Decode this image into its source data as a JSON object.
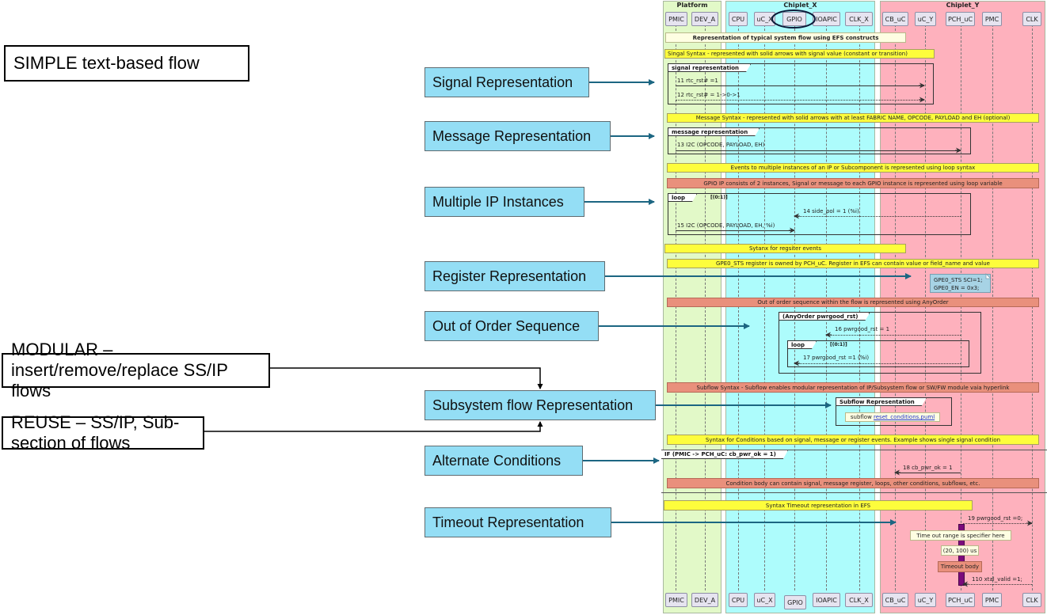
{
  "callouts": {
    "simple": "SIMPLE text-based flow",
    "modular": "MODULAR – insert/remove/replace SS/IP flows",
    "reuse": "REUSE – SS/IP, Sub-section of flows"
  },
  "categories": [
    "Signal Representation",
    "Message Representation",
    "Multiple IP Instances",
    "Register Representation",
    "Out of Order Sequence",
    "Subsystem flow Representation",
    "Alternate Conditions",
    "Timeout  Representation"
  ],
  "lanes": {
    "platform": {
      "title": "Platform",
      "color": "#e2f9c8"
    },
    "chiplet_x": {
      "title": "Chiplet_X",
      "color": "#adfcfc"
    },
    "chiplet_y": {
      "title": "Chiplet_Y",
      "color": "#feb1bd"
    }
  },
  "participants": [
    "PMIC",
    "DEV_A",
    "CPU",
    "uC_X",
    "GPIO",
    "IOAPIC",
    "CLK_X",
    "CB_uC",
    "uC_Y",
    "PCH_uC",
    "PMC",
    "CLK"
  ],
  "notes": {
    "title": "Representation of typical system flow using EFS constructs",
    "signal_syntax": "Singal Syntax -  represented with solid arrows with signal value (constant or transition)",
    "message_syntax": "Message Syntax - represented with solid arrows with at least FABRIC NAME, OPCODE, PAYLOAD and EH (optional)",
    "loop_syntax": "Events to multiple instances of an IP or Subcomponent is represented using loop syntax",
    "gpio_instances": "GPIO IP consists of 2 instances, Signal or message to each GPIO instance is represented using loop variable",
    "register_syntax": "Sytanx for regsiter events",
    "register_owner": "GPE0_STS register is owned by PCH_uC. Register in EFS can contain value or field_name and value",
    "anyorder": "Out of order sequence within the flow is represented using AnyOrder",
    "subflow_syntax": "Subflow Syntax - Subflow enables modular representation of IP/Subsystem flow or SW/FW module vaia hyperlink",
    "conditions_syntax": "Syntax for Conditions based on signal, message or register events. Example shows single signal condition",
    "condition_body": "Condition body can contain signal, message register, loops, other conditions, subflows, etc.",
    "timeout_syntax": "Syntax Timeout representation in EFS",
    "timeout_range": "Time out range is specifier here",
    "timeout_value": "(20, 100) us",
    "timeout_body": "Timeout body"
  },
  "frames": {
    "signal": "signal representation",
    "message": "message representation",
    "loop1": "loop",
    "loop1_guard": "[(0:1)]",
    "anyorder": "(AnyOrder pwrgood_rst)",
    "loop2": "loop",
    "loop2_guard": "[(0:1)]",
    "subflow": "Subflow Representation",
    "if": "IF (PMIC -> PCH_uC: cb_pwr_ok = 1)"
  },
  "messages": {
    "m11": "11 rtc_rst# =1",
    "m12": "12 rtc_rst# = 1->0->1",
    "m13": "13 I2C (OPCODE, PAYLOAD, EH)",
    "m14": "14 side_pol = 1 (%i)",
    "m15": "15 I2C (OPCODE, PAYLOAD, EH, %i)",
    "m16": "16 pwrgood_rst = 1",
    "m17": "17 pwrgood_rst =1 (%i)",
    "m18": "18 cb_pwr_ok = 1",
    "m19": "19 pwrgood_rst =0;",
    "m110": "110 xtal_valid =1;"
  },
  "register": {
    "line1": "GPE0_STS SCI=1;",
    "line2": "GPE0_EN = 0x3;"
  },
  "subflow": {
    "prefix": "subflow ",
    "link": "reset_conditions.puml"
  }
}
